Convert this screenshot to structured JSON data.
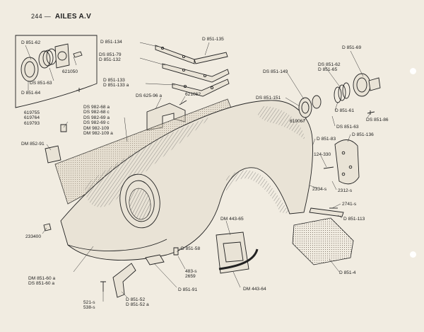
{
  "header": {
    "page_number": "244",
    "separator": "—",
    "title": "AILES A.V"
  },
  "labels": {
    "d851_62": "D 851-62",
    "ds851_63_left": "DS 851-63",
    "d851_64": "D 851-64",
    "p621050": "621050",
    "d851_134": "D 851-134",
    "d851_135": "D 851-135",
    "ds851_79": "DS 851-79",
    "d851_132": "D 851-132",
    "d851_133": "D 851-133",
    "d851_133a": "D 851-133 a",
    "ds625_96a": "DS 625-96 a",
    "p621062": "621062",
    "d851_69": "D 851-69",
    "ds851_149": "DS 851-149",
    "ds851_62": "DS 851-62",
    "d851_65": "D 851-65",
    "ds851_151": "DS 851-151",
    "d851_61": "D 851-61",
    "p619067": "619067",
    "ds851_63_right": "DS 851-63",
    "ds851_86": "DS 851-86",
    "d851_136": "D 851-136",
    "d851_83": "D 851-83",
    "p619755": "619755",
    "p619764": "619764",
    "p619793": "619793",
    "ds982_68a": "DS 982-68 a",
    "ds982_68c": "DS 982-68 c",
    "ds982_69a": "DS 982-69 a",
    "ds982_69c": "DS 982-69 c",
    "dm982_109": "DM 982-109",
    "dm982_109a": "DM 982-109 a",
    "dm852_91": "DM 852-91",
    "p124_330": "124-330",
    "p2334_s": "2334-s",
    "p2312_s": "2312-s",
    "p2741_s": "2741-s",
    "d851_113": "D 851-113",
    "p233400": "233400",
    "dm443_65": "DM 443-65",
    "d851_58": "D 851-58",
    "p483_s": "483-s",
    "p2659": "2659",
    "d851_4": "D 851-4",
    "dm851_60a": "DM 851-60 a",
    "ds851_60a": "DS 851-60 a",
    "dm443_64": "DM 443-64",
    "d851_91": "D 851-91",
    "p521_s": "521-s",
    "p538_s": "538-s",
    "d851_52": "D 851-52",
    "d851_52a": "D 851-52 a"
  }
}
